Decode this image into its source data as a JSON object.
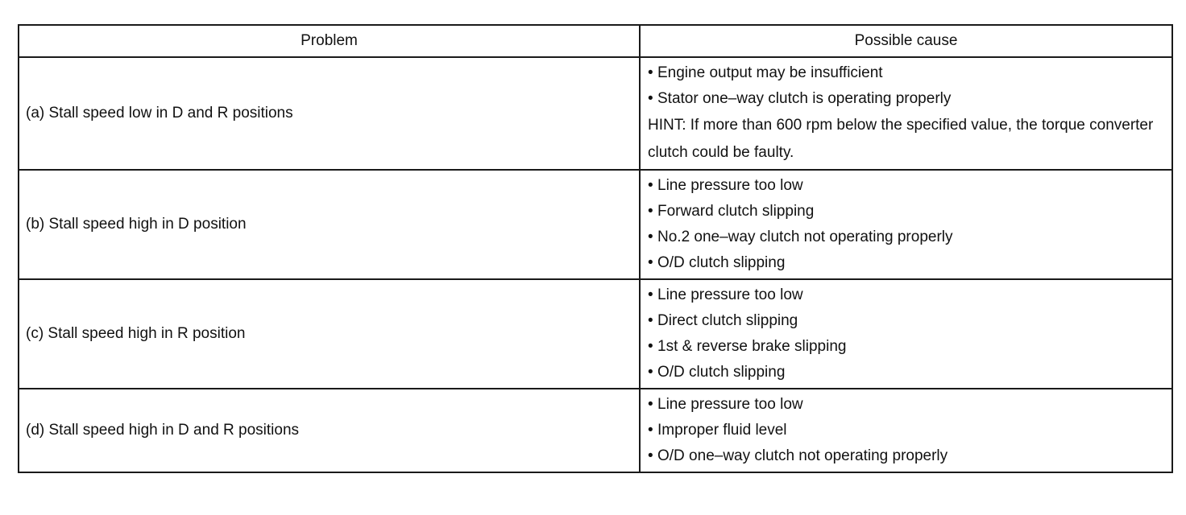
{
  "table": {
    "headers": {
      "problem": "Problem",
      "cause": "Possible cause"
    },
    "bullet": "•",
    "rows": [
      {
        "problem": "(a) Stall speed low in D and R positions",
        "causes": [
          "Engine output may be insufficient",
          "Stator one–way clutch is operating properly"
        ],
        "hint": "HINT: If more than 600 rpm below the specified value, the torque converter clutch could be faulty."
      },
      {
        "problem": "(b) Stall speed high in D position",
        "causes": [
          "Line pressure too low",
          "Forward clutch slipping",
          "No.2 one–way clutch not operating properly",
          "O/D clutch slipping"
        ]
      },
      {
        "problem": "(c) Stall speed high in R position",
        "causes": [
          "Line pressure too low",
          "Direct clutch slipping",
          "1st & reverse brake slipping",
          "O/D clutch slipping"
        ]
      },
      {
        "problem": "(d) Stall speed high in D and R positions",
        "causes": [
          "Line pressure too low",
          "Improper fluid level",
          "O/D one–way clutch not operating properly"
        ]
      }
    ]
  }
}
